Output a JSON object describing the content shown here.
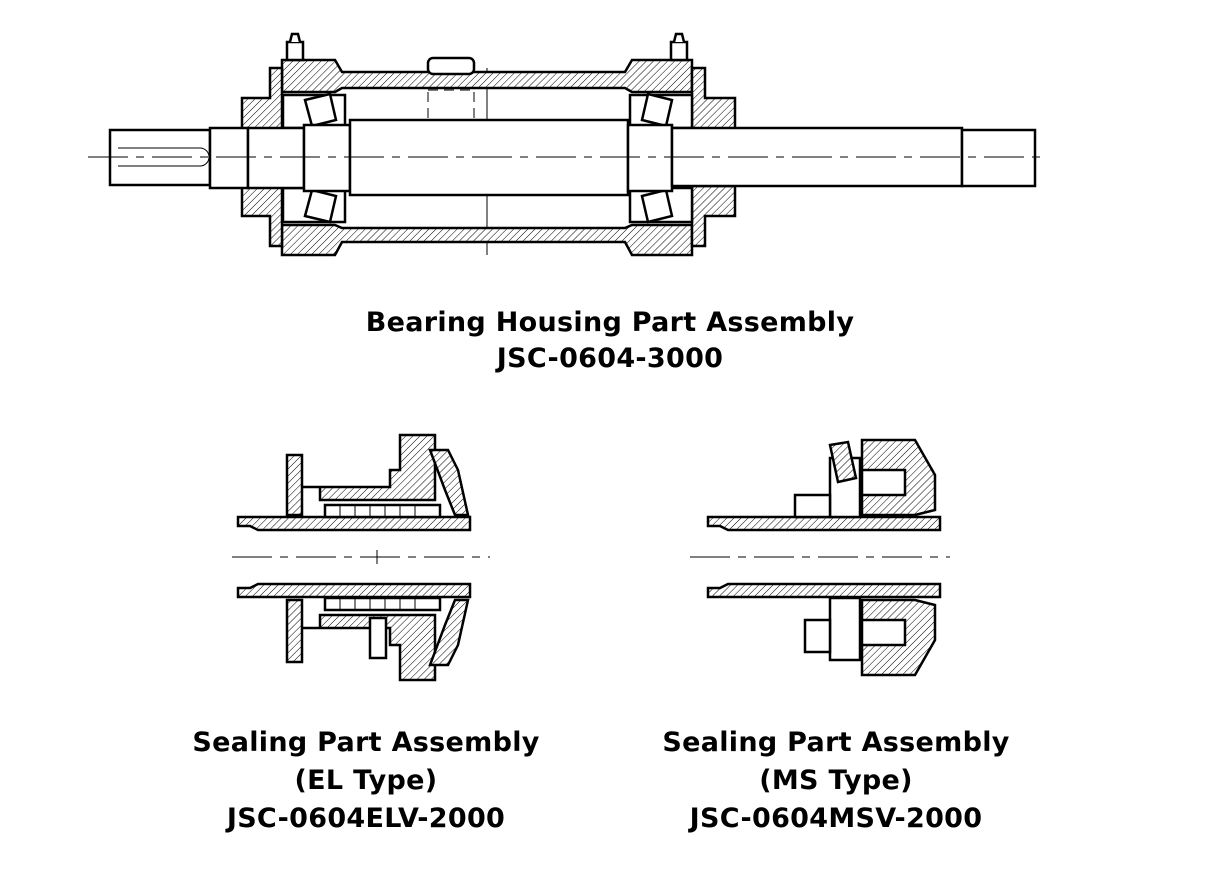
{
  "drawings": [
    {
      "title": "Bearing Housing Part Assembly",
      "code": "JSC-0604-3000"
    },
    {
      "title": "Sealing Part Assembly",
      "variant": "(EL Type)",
      "code": "JSC-0604ELV-2000"
    },
    {
      "title": "Sealing Part Assembly",
      "variant": "(MS Type)",
      "code": "JSC-0604MSV-2000"
    }
  ]
}
